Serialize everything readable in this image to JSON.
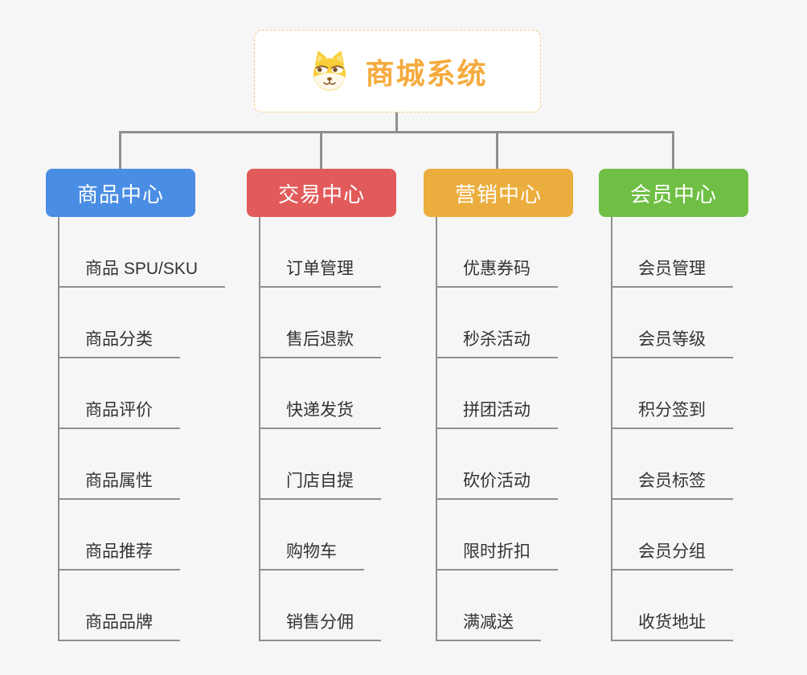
{
  "root": {
    "title": "商城系统",
    "icon": "shiba-dog-icon",
    "text_color": "#f5ab3d",
    "border_color": "#f6c87f"
  },
  "connector_color": "#8f8f8f",
  "background_color": "#f6f6f7",
  "branches": [
    {
      "label": "商品中心",
      "color": "#4a8de4",
      "items": [
        "商品 SPU/SKU",
        "商品分类",
        "商品评价",
        "商品属性",
        "商品推荐",
        "商品品牌"
      ]
    },
    {
      "label": "交易中心",
      "color": "#e25b5b",
      "items": [
        "订单管理",
        "售后退款",
        "快递发货",
        "门店自提",
        "购物车",
        "销售分佣"
      ]
    },
    {
      "label": "营销中心",
      "color": "#ebad3d",
      "items": [
        "优惠券码",
        "秒杀活动",
        "拼团活动",
        "砍价活动",
        "限时折扣",
        "满减送"
      ]
    },
    {
      "label": "会员中心",
      "color": "#6fbf44",
      "items": [
        "会员管理",
        "会员等级",
        "积分签到",
        "会员标签",
        "会员分组",
        "收货地址"
      ]
    }
  ]
}
